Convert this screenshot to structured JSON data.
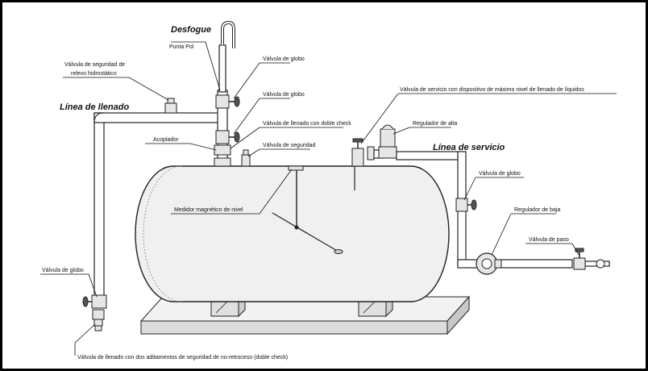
{
  "labels": {
    "desfogue": "Desfogue",
    "punta_pol": "Punta Pol",
    "valvula_globo_top": "Válvula de globo",
    "valvula_seguridad_relevo_line1": "Válvula de seguridad de",
    "valvula_seguridad_relevo_line2": "relevo hidrostático",
    "linea_llenado": "Línea de llenado",
    "valvula_globo_mid": "Válvula de globo",
    "valvula_llenado_doble_check": "Válvula de llenado con doble check",
    "acoplador": "Acoplador",
    "valvula_seguridad": "Válvula de seguridad",
    "valvula_servicio": "Válvula de servicio con dispositivo de máximo nivel de llenado de líquidos",
    "regulador_alta": "Regulador de alta",
    "linea_servicio": "Línea de servicio",
    "valvula_globo_right": "Válvula de globo",
    "regulador_baja": "Regulador de baja",
    "valvula_paso": "Válvula de paso",
    "medidor_nivel": "Medidor magnético de nivel",
    "valvula_globo_left": "Válvula de globo",
    "valvula_llenado_bottom": "Válvula de llenado con dos aditamentos de seguridad de no-retroceso (doble check)"
  },
  "colors": {
    "frame": "#000000",
    "tank_fill": "#f0f0f0",
    "base_fill": "#e0e0e0",
    "line": "#222222"
  }
}
